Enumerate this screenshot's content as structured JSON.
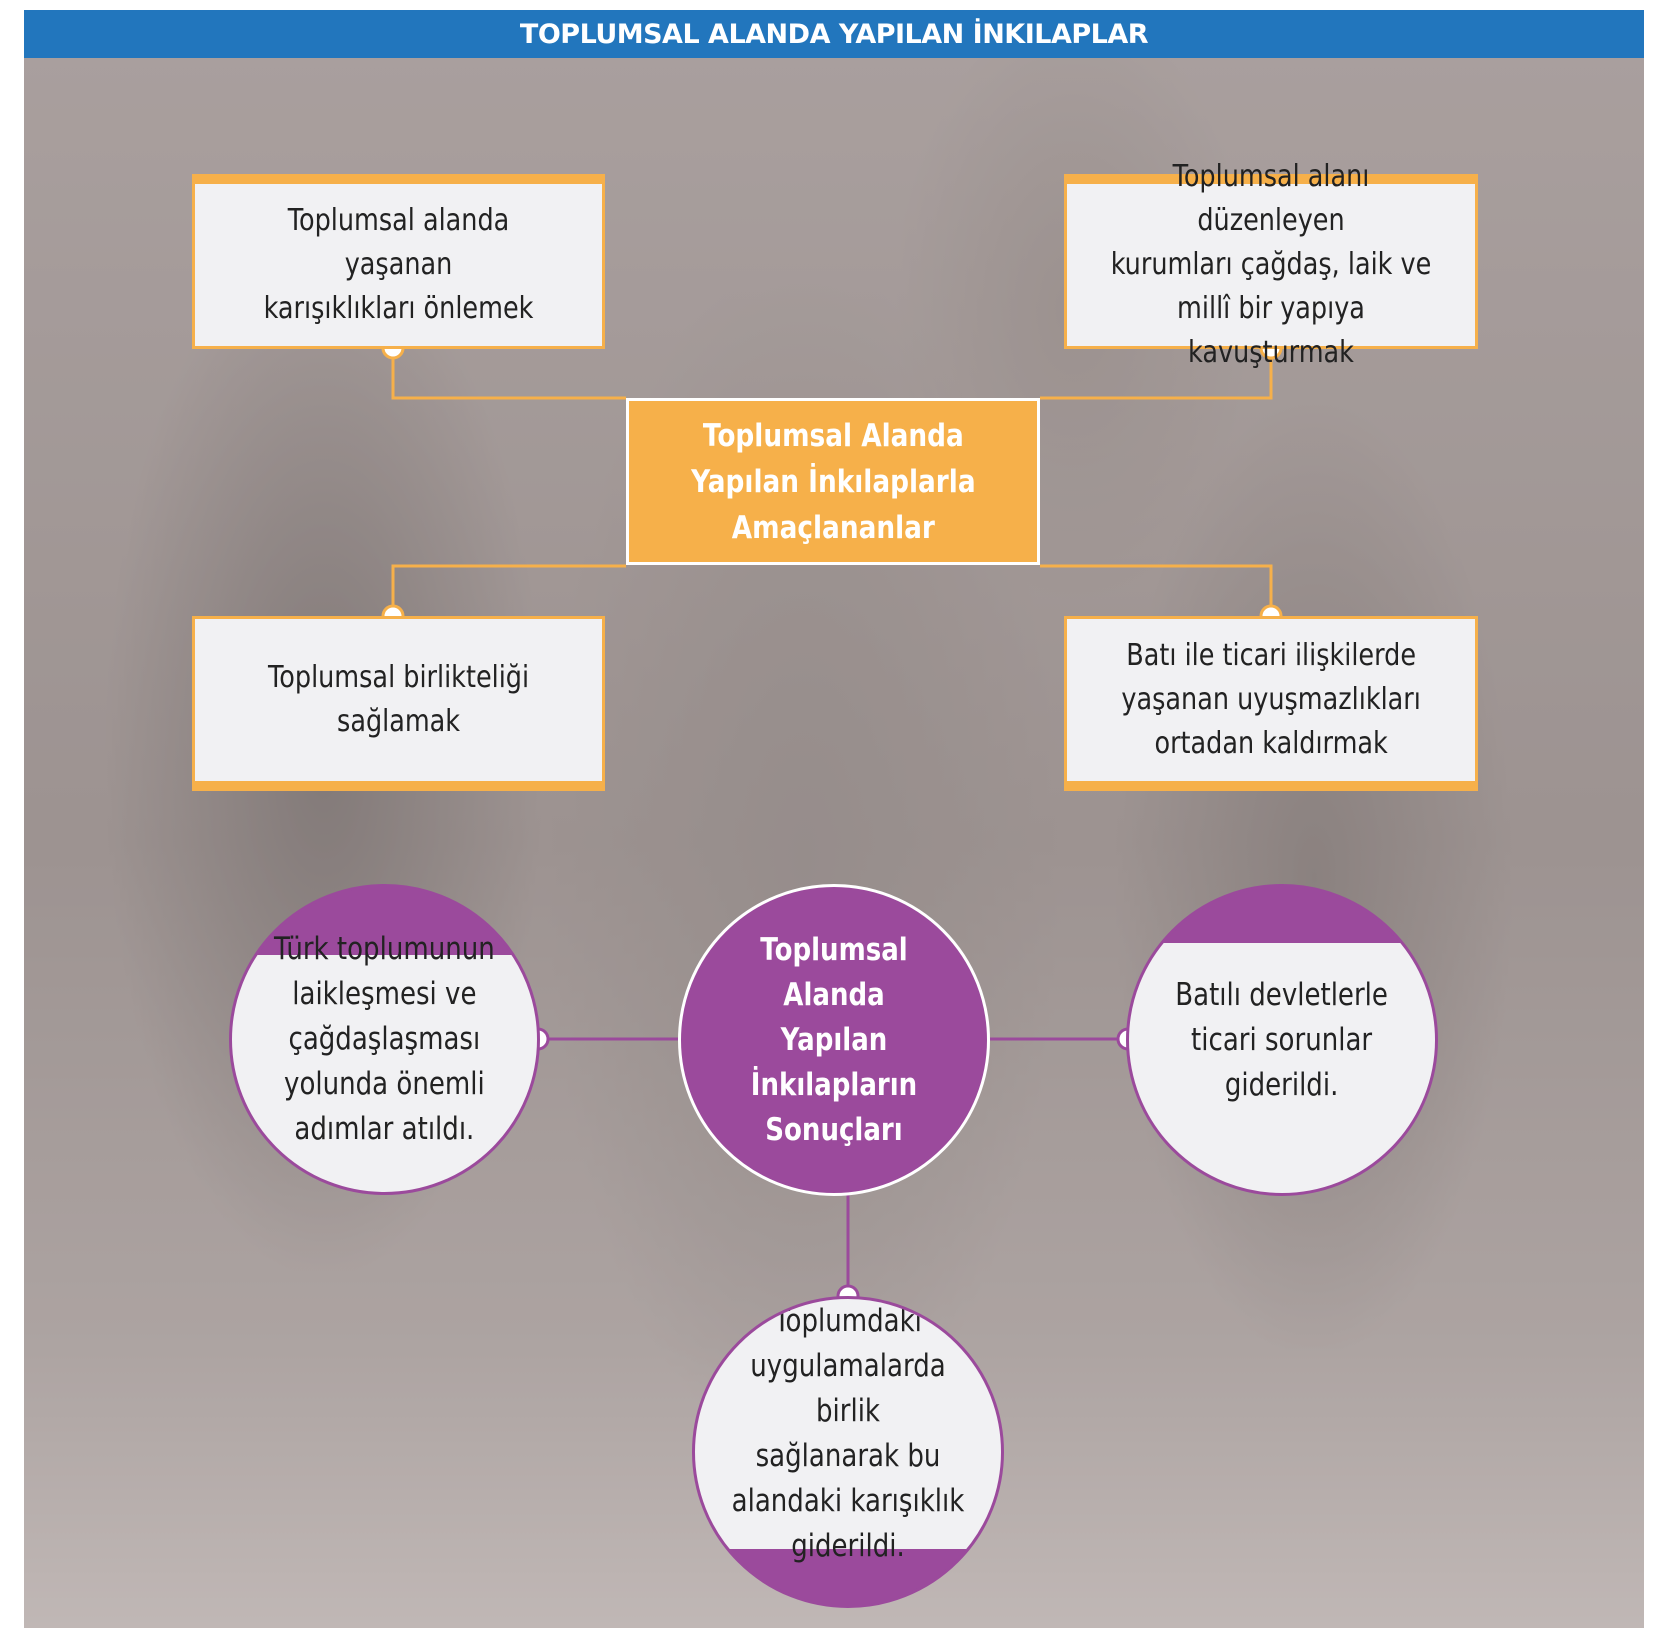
{
  "header": {
    "title": "TOPLUMSAL ALANDA YAPILAN İNKILAPLAR"
  },
  "aims": {
    "center": [
      "Toplumsal Alanda",
      "Yapılan İnkılaplarla",
      "Amaçlananlar"
    ],
    "top_left": [
      "Toplumsal alanda yaşanan",
      "karışıklıkları önlemek"
    ],
    "top_right": [
      "Toplumsal alanı düzenleyen",
      "kurumları çağdaş, laik ve",
      "millî bir yapıya kavuşturmak"
    ],
    "bottom_left": [
      "Toplumsal birlikteliği",
      "sağlamak"
    ],
    "bottom_right": [
      "Batı ile ticari ilişkilerde",
      "yaşanan uyuşmazlıkları",
      "ortadan kaldırmak"
    ]
  },
  "results": {
    "center": [
      "Toplumsal Alanda",
      "Yapılan İnkılapların",
      "Sonuçları"
    ],
    "left": [
      "Türk toplumunun",
      "laikleşmesi ve",
      "çağdaşlaşması",
      "yolunda önemli",
      "adımlar atıldı."
    ],
    "right": [
      "Batılı devletlerle",
      "ticari sorunlar",
      "giderildi."
    ],
    "bottom": [
      "Toplumdaki",
      "uygulamalarda birlik",
      "sağlanarak bu",
      "alandaki karışıklık",
      "giderildi."
    ]
  },
  "colors": {
    "header_blue": "#2276bd",
    "aims_orange": "#f6b04a",
    "results_purple": "#9b4a9c",
    "box_fill": "#f1f1f3"
  }
}
